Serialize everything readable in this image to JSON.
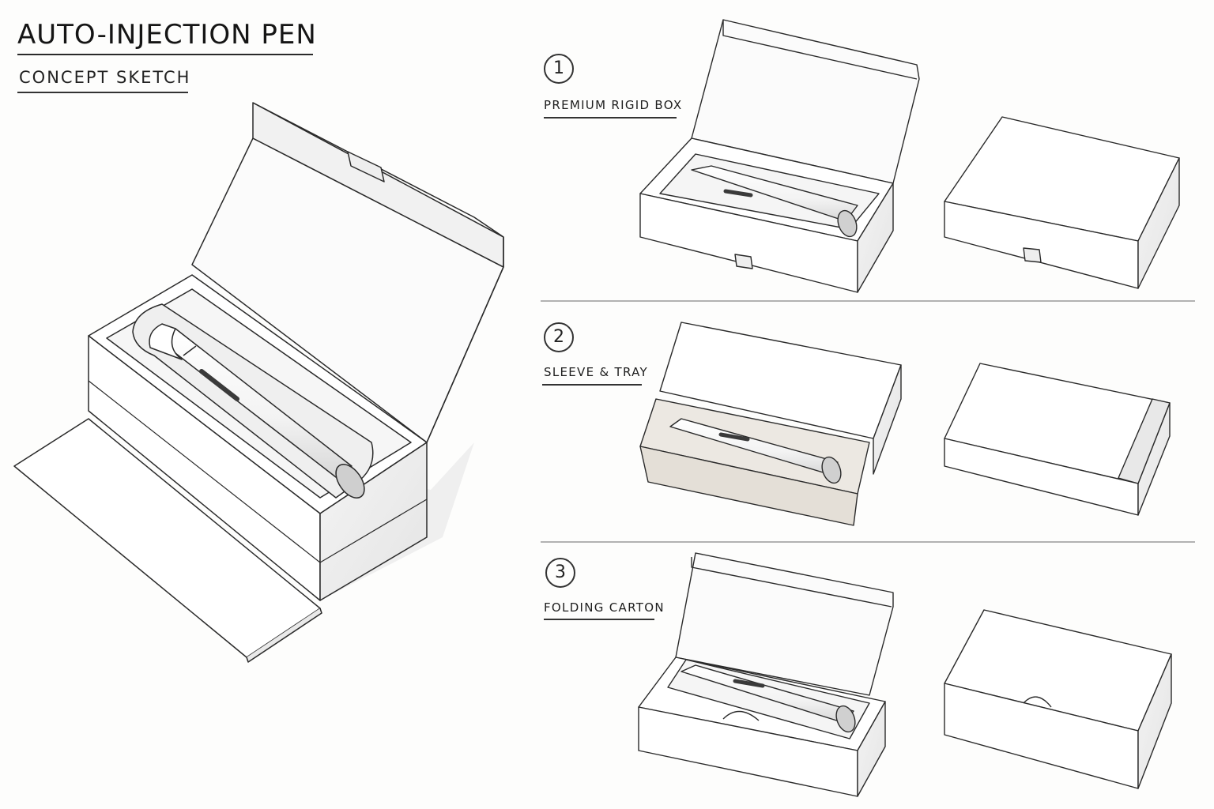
{
  "header": {
    "title": "AUTO-INJECTION PEN",
    "subtitle": "CONCEPT SKETCH"
  },
  "options": [
    {
      "number": "1",
      "label": "PREMIUM RIGID BOX"
    },
    {
      "number": "2",
      "label": "SLEEVE & TRAY"
    },
    {
      "number": "3",
      "label": "FOLDING CARTON"
    }
  ],
  "colors": {
    "ink": "#2a2a2a",
    "paper": "#fdfdfc",
    "box_face": "#ffffff",
    "box_shade": "#ececec",
    "tray": "#ece8e2"
  }
}
